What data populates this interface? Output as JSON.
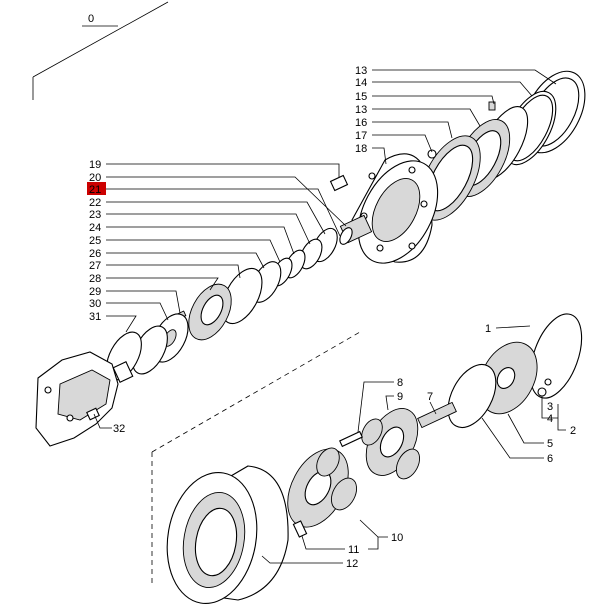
{
  "diagram": {
    "callouts": [
      {
        "id": "c0",
        "text": "0"
      },
      {
        "id": "c13a",
        "text": "13"
      },
      {
        "id": "c14",
        "text": "14"
      },
      {
        "id": "c15",
        "text": "15"
      },
      {
        "id": "c13b",
        "text": "13"
      },
      {
        "id": "c16",
        "text": "16"
      },
      {
        "id": "c17",
        "text": "17"
      },
      {
        "id": "c18",
        "text": "18"
      },
      {
        "id": "c19",
        "text": "19"
      },
      {
        "id": "c20",
        "text": "20"
      },
      {
        "id": "c21",
        "text": "21",
        "highlighted": true
      },
      {
        "id": "c22",
        "text": "22"
      },
      {
        "id": "c23",
        "text": "23"
      },
      {
        "id": "c24",
        "text": "24"
      },
      {
        "id": "c25",
        "text": "25"
      },
      {
        "id": "c26",
        "text": "26"
      },
      {
        "id": "c27",
        "text": "27"
      },
      {
        "id": "c28",
        "text": "28"
      },
      {
        "id": "c29",
        "text": "29"
      },
      {
        "id": "c30",
        "text": "30"
      },
      {
        "id": "c31",
        "text": "31"
      },
      {
        "id": "c32",
        "text": "32"
      },
      {
        "id": "c1",
        "text": "1"
      },
      {
        "id": "c2",
        "text": "2"
      },
      {
        "id": "c3",
        "text": "3"
      },
      {
        "id": "c4",
        "text": "4"
      },
      {
        "id": "c5",
        "text": "5"
      },
      {
        "id": "c6",
        "text": "6"
      },
      {
        "id": "c7",
        "text": "7"
      },
      {
        "id": "c8",
        "text": "8"
      },
      {
        "id": "c9",
        "text": "9"
      },
      {
        "id": "c10",
        "text": "10"
      },
      {
        "id": "c11",
        "text": "11"
      },
      {
        "id": "c12",
        "text": "12"
      }
    ],
    "highlight_color": "#cc0000"
  }
}
